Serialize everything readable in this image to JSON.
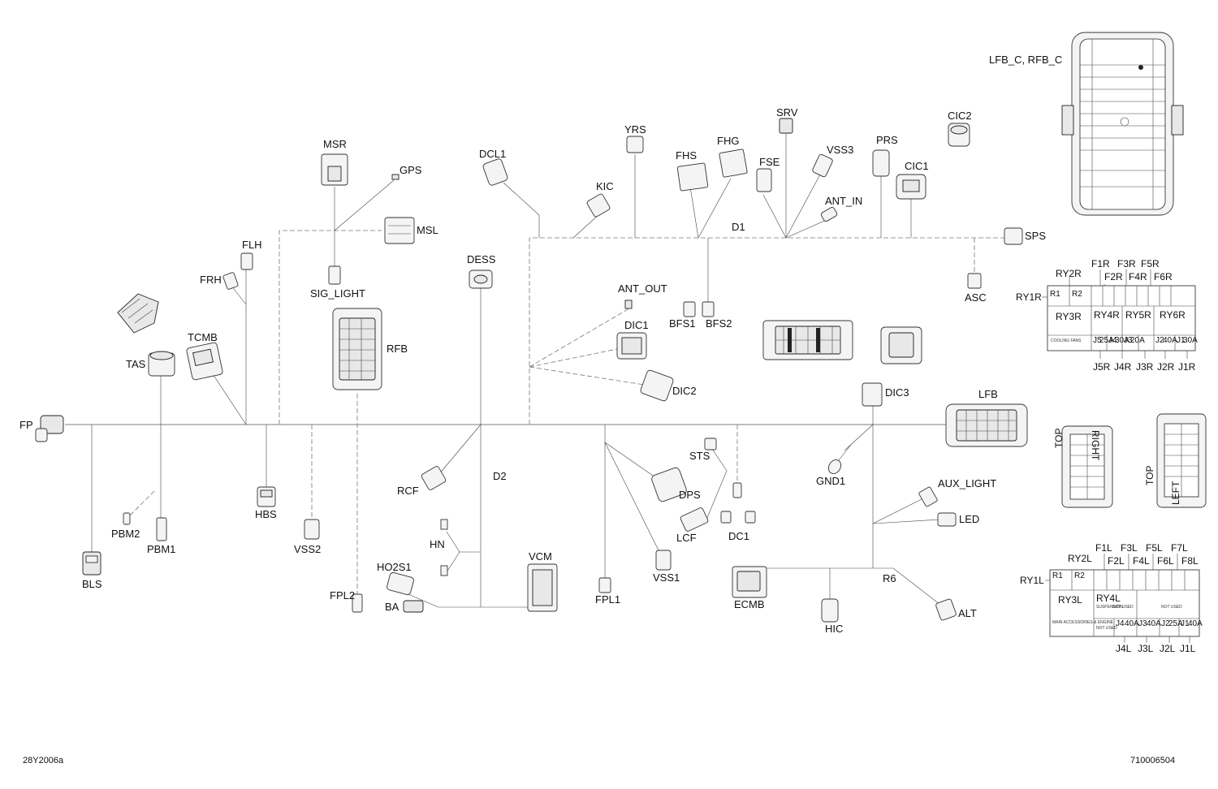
{
  "footer": {
    "left_code": "28Y2006a",
    "right_code": "710006504"
  },
  "labels": {
    "FP": "FP",
    "BLS": "BLS",
    "PBM2": "PBM2",
    "PBM1": "PBM1",
    "TAS": "TAS",
    "TCMB": "TCMB",
    "FRH": "FRH",
    "FLH": "FLH",
    "HBS": "HBS",
    "VSS2": "VSS2",
    "MSR": "MSR",
    "GPS": "GPS",
    "MSL": "MSL",
    "SIG_LIGHT": "SIG_LIGHT",
    "RFB": "RFB",
    "FPL2": "FPL2",
    "DESS": "DESS",
    "RCF": "RCF",
    "D2": "D2",
    "HN": "HN",
    "HO2S1": "HO2S1",
    "BA": "BA",
    "VCM": "VCM",
    "FPL1": "FPL1",
    "DCL1": "DCL1",
    "KIC": "KIC",
    "YRS": "YRS",
    "FHS": "FHS",
    "FHG": "FHG",
    "FSE": "FSE",
    "SRV": "SRV",
    "VSS3": "VSS3",
    "ANT_IN": "ANT_IN",
    "PRS": "PRS",
    "CIC1": "CIC1",
    "CIC2": "CIC2",
    "D1": "D1",
    "SPS": "SPS",
    "ASC": "ASC",
    "ANT_OUT": "ANT_OUT",
    "BFS1": "BFS1",
    "BFS2": "BFS2",
    "DIC1": "DIC1",
    "DIC2": "DIC2",
    "DIC3": "DIC3",
    "LFB": "LFB",
    "STS": "STS",
    "DPS": "DPS",
    "LCF": "LCF",
    "DC1": "DC1",
    "VSS1": "VSS1",
    "GND1": "GND1",
    "AUX_LIGHT": "AUX_LIGHT",
    "LED": "LED",
    "R6": "R6",
    "ALT": "ALT",
    "HIC": "HIC",
    "ECMB": "ECMB",
    "LFB_C_RFB_C": "LFB_C, RFB_C"
  },
  "right_fuse_box": {
    "top_labels": [
      "F1R",
      "F3R",
      "F5R",
      "F2R",
      "F4R",
      "F6R",
      "RY2R",
      "RY1R"
    ],
    "cells": [
      "R1",
      "R2",
      "RY3R",
      "RY4R",
      "RY5R",
      "RY6R"
    ],
    "jumper_cells": [
      "J5",
      "25A",
      "J4",
      "30A",
      "J3",
      "20A",
      "J2",
      "40A",
      "J1",
      "30A"
    ],
    "bottom_labels": [
      "J5R",
      "J4R",
      "J3R",
      "J2R",
      "J1R"
    ],
    "small_text": [
      "COOLING FANS"
    ]
  },
  "left_fuse_box": {
    "top_labels": [
      "F1L",
      "F3L",
      "F5L",
      "F7L",
      "F2L",
      "F4L",
      "F6L",
      "F8L",
      "RY2L",
      "RY1L"
    ],
    "cells": [
      "R1",
      "R2",
      "RY3L",
      "RY4L"
    ],
    "row_text": [
      "SUSPENSION",
      "NOT USED",
      "NOT USED"
    ],
    "jumper_cells": [
      "J4",
      "40A",
      "J3",
      "40A",
      "J2",
      "25A",
      "J1",
      "40A"
    ],
    "bottom_labels": [
      "J4L",
      "J3L",
      "J2L",
      "J1L"
    ],
    "small_text": [
      "MAIN ACCESSORIES & ENGINE",
      "NOT USED"
    ]
  },
  "orientation": {
    "top_a": "TOP",
    "right": "RIGHT",
    "top_b": "TOP",
    "left": "LEFT"
  }
}
